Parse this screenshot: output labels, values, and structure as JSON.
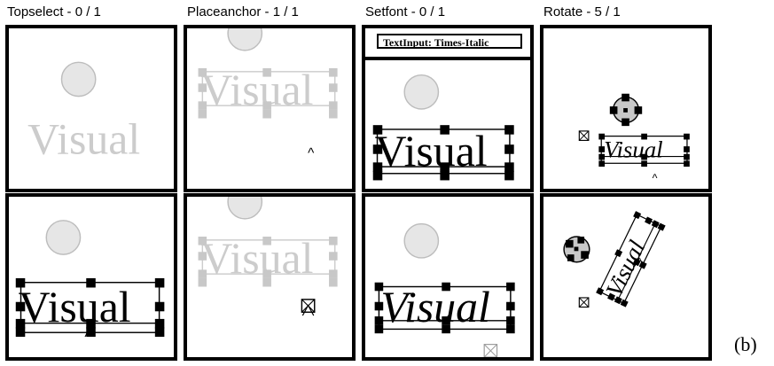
{
  "columns": [
    {
      "title": "Topselect - 0 / 1"
    },
    {
      "title": "Placeanchor - 1 / 1"
    },
    {
      "title": "Setfont - 0 / 1"
    },
    {
      "title": "Rotate - 5 / 1"
    }
  ],
  "word": "Visual",
  "text_input": {
    "label": "TextInput:  Times-Italic"
  },
  "figure_label": "(b)",
  "colors": {
    "stroke": "#000000",
    "faded": "#cccccc",
    "circle_fill": "#e6e6e6",
    "gray_handle": "#c8c8c8"
  }
}
